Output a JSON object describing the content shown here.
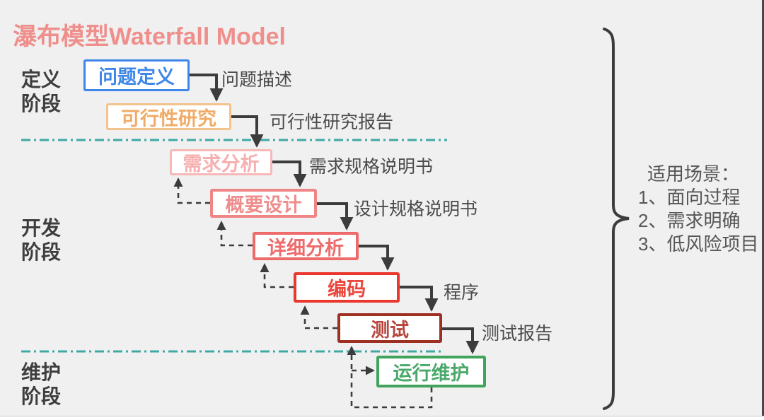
{
  "title": "瀑布模型Waterfall Model",
  "phases": [
    {
      "label": "定义\n阶段"
    },
    {
      "label": "开发\n阶段"
    },
    {
      "label": "维护\n阶段"
    }
  ],
  "boxes": [
    {
      "label": "问题定义"
    },
    {
      "label": "可行性研究"
    },
    {
      "label": "需求分析"
    },
    {
      "label": "概要设计"
    },
    {
      "label": "详细分析"
    },
    {
      "label": "编码"
    },
    {
      "label": "测试"
    },
    {
      "label": "运行维护"
    }
  ],
  "outputs": [
    {
      "label": "问题描述"
    },
    {
      "label": "可行性研究报告"
    },
    {
      "label": "需求规格说明书"
    },
    {
      "label": "设计规格说明书"
    },
    {
      "label": "程序"
    },
    {
      "label": "测试报告"
    }
  ],
  "scenario": {
    "heading": "适用场景：",
    "items": [
      "1、面向过程",
      "2、需求明确",
      "3、低风险项目"
    ]
  },
  "colors": {
    "bg-color": "#f0f0f0",
    "title-color": "#ef8f8c",
    "phase-color": "#3e3e3e",
    "flow-label-color": "#4a4a4a",
    "scenario-color": "#565656",
    "arrow-color": "#3c3c3c",
    "brace-color": "#3c3c3c",
    "divider-color": "#3fa9a3",
    "box-1-border": "#3e86e8",
    "box-1-text": "#3e86e8",
    "box-2-border": "#f3c38c",
    "box-2-text": "#f0ab66",
    "box-3-border": "#f7b8b8",
    "box-3-text": "#f6b0b0",
    "box-4-border": "#f08585",
    "box-4-text": "#ef8c8c",
    "box-5-border": "#ee6b6b",
    "box-5-text": "#ee6b6b",
    "box-6-border": "#eb382f",
    "box-6-text": "#ea463c",
    "box-7-border": "#9e2f23",
    "box-7-text": "#b8463e",
    "box-8-border": "#41a45c",
    "box-8-text": "#4aa96a"
  }
}
